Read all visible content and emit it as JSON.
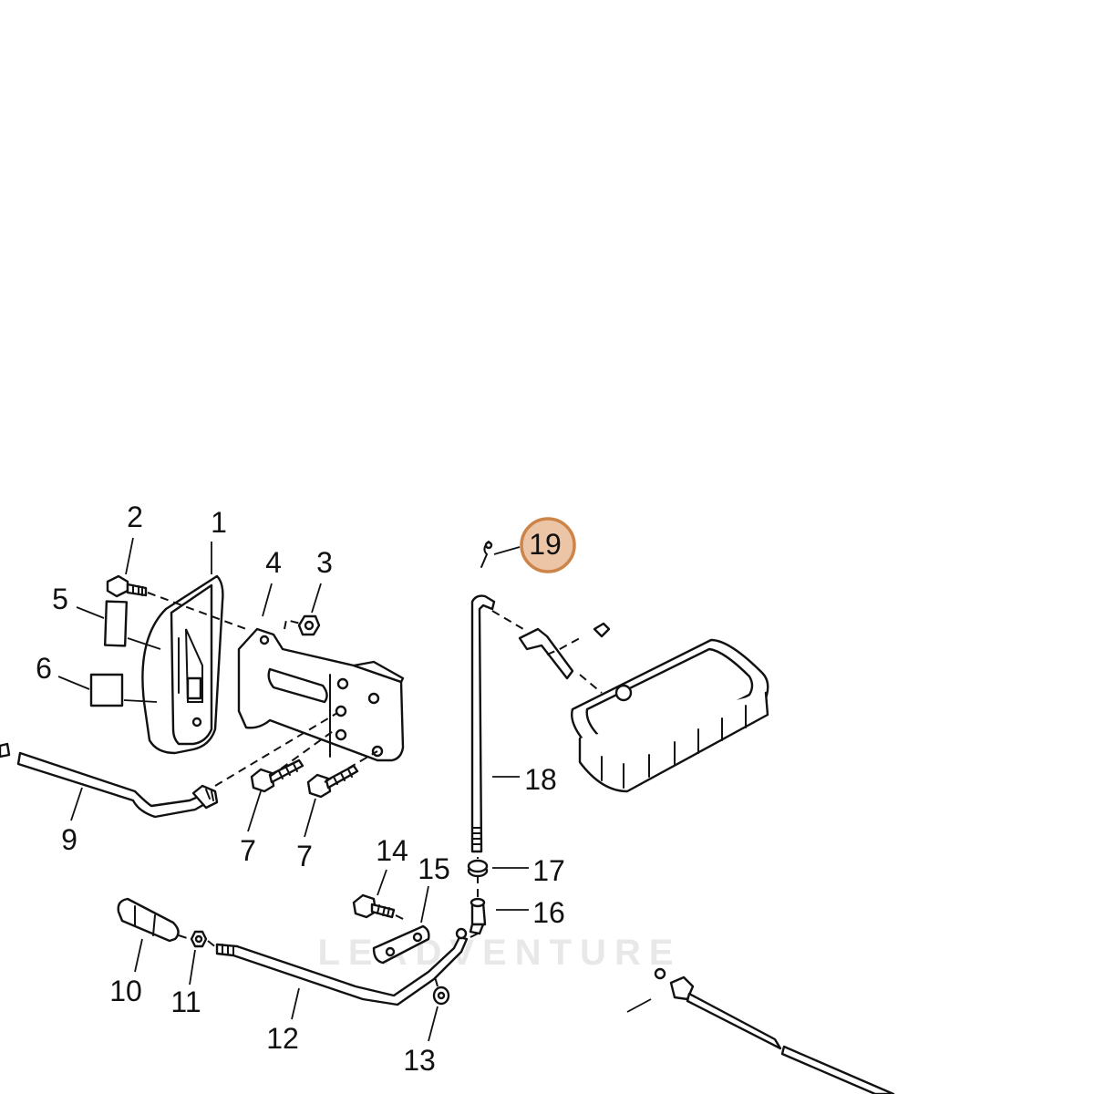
{
  "callouts": {
    "c1": "1",
    "c2": "2",
    "c3": "3",
    "c4": "4",
    "c5": "5",
    "c6": "6",
    "c7a": "7",
    "c7b": "7",
    "c9": "9",
    "c10": "10",
    "c11": "11",
    "c12": "12",
    "c13": "13",
    "c14": "14",
    "c15": "15",
    "c16": "16",
    "c17": "17",
    "c18": "18",
    "c19": "19"
  },
  "highlight": {
    "part": "19",
    "fill": "#ecc4a6",
    "stroke": "#cd8448"
  },
  "watermark": "LEADVENTURE"
}
